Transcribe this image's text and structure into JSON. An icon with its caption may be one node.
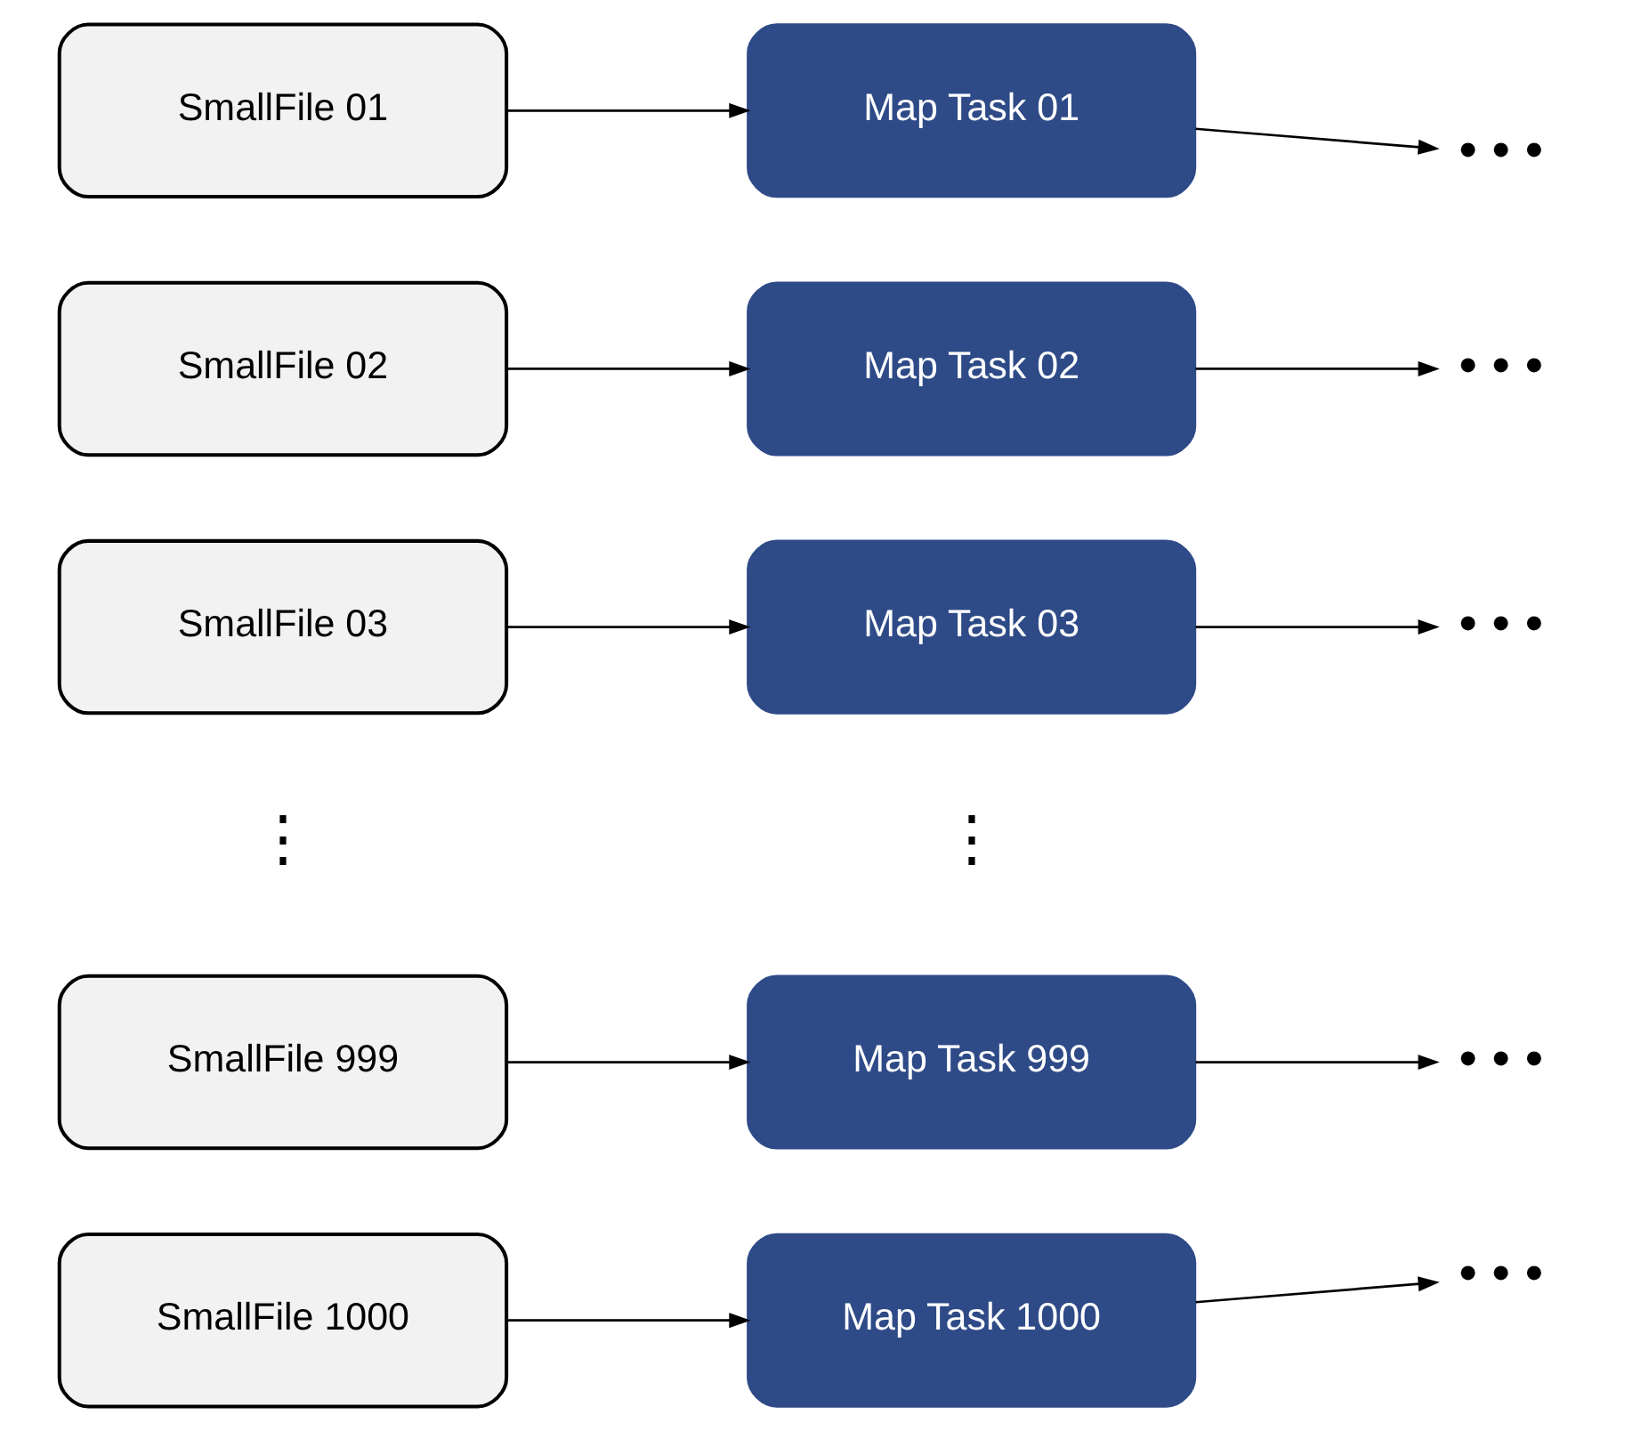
{
  "diagram": {
    "nodes": [
      {
        "text": [
          "SmallFile 01"
        ]
      },
      {
        "text": [
          "Map Task 01"
        ]
      },
      {
        "text": [
          "• • •"
        ]
      },
      {
        "text": [
          "SmallFile 02"
        ]
      },
      {
        "text": [
          "Map Task 02"
        ]
      },
      {
        "text": [
          "• • •"
        ]
      },
      {
        "text": [
          "SmallFile 03"
        ]
      },
      {
        "text": [
          "Map Task 03"
        ]
      },
      {
        "text": [
          "• • •"
        ]
      },
      {
        "text": [
          "SmallFile 999"
        ]
      },
      {
        "text": [
          "Map Task 999"
        ]
      },
      {
        "text": [
          "• • •"
        ]
      },
      {
        "text": [
          "SmallFile 1000"
        ]
      },
      {
        "text": [
          "Map Task 1000"
        ]
      },
      {
        "text": [
          "• • •"
        ]
      }
    ],
    "edges": [
      {
        "from": 0,
        "to": 1,
        "arrow": "to"
      },
      {
        "from": 1,
        "to": 2,
        "arrow": "to"
      },
      {
        "from": 3,
        "to": 4,
        "arrow": "to"
      },
      {
        "from": 4,
        "to": 5,
        "arrow": "to"
      },
      {
        "from": 6,
        "to": 7,
        "arrow": "to"
      },
      {
        "from": 7,
        "to": 8,
        "arrow": "to"
      },
      {
        "from": 9,
        "to": 10,
        "arrow": "to"
      },
      {
        "from": 10,
        "to": 11,
        "arrow": "to"
      },
      {
        "from": 12,
        "to": 13,
        "arrow": "to"
      },
      {
        "from": 13,
        "to": 14,
        "arrow": "to"
      }
    ],
    "labels": [
      "⋮",
      "⋮"
    ]
  }
}
